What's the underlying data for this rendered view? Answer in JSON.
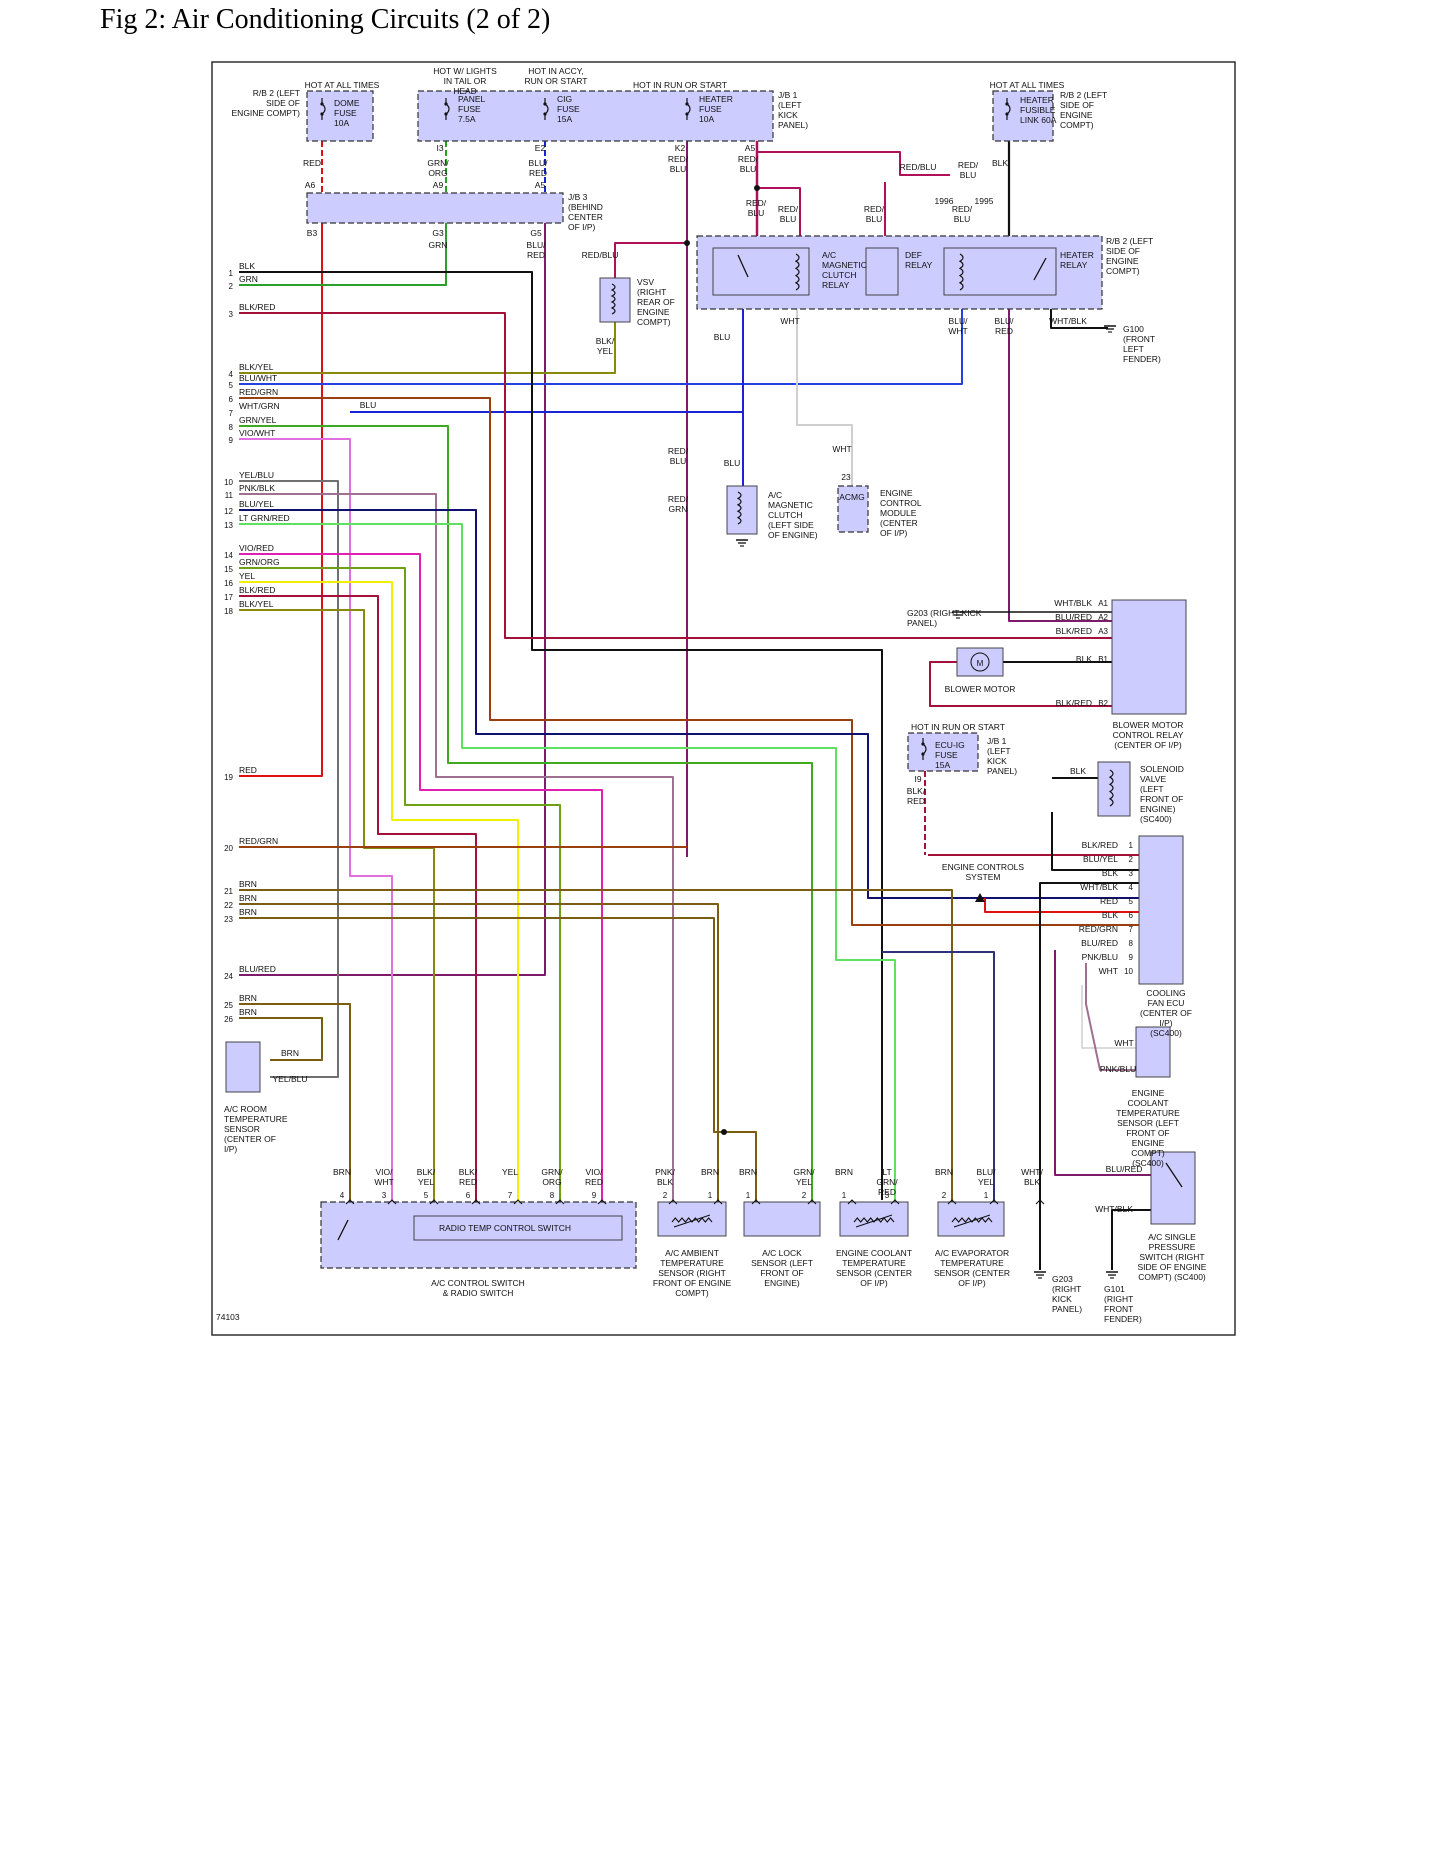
{
  "title": "Fig 2: Air Conditioning Circuits (2 of 2)",
  "figure_number": "74103",
  "colors": {
    "RED": "#e01010",
    "GRN": "#2aa02a",
    "BLU": "#1a22d6",
    "BLK": "#111111",
    "VIO": "#7a1a8a",
    "YEL": "#f0f000",
    "PNK": "#e24bd8",
    "BRN": "#7a5c12",
    "ORG": "#e08a10",
    "WHT": "#cfcfcf",
    "LTGRN": "#58e858",
    "OLIVE": "#8c8c10",
    "REDBLU": "#b0105a",
    "REDGRN": "#9a3f10",
    "BLKRED": "#a4103a",
    "BLKYEL": "#8a8a0a",
    "BLUWHT": "#2440e0",
    "BLURED": "#7e1a6a",
    "GRNYEL": "#3caa1c",
    "VIOWHT": "#e070e0",
    "YELBLU": "#707070",
    "PNKBLK": "#a07090",
    "BLUYEL": "#101070",
    "LTGRNRED": "#60e060",
    "VIORED": "#e020b0",
    "GRNORG": "#6ea014",
    "BLUBLK": "#30307a"
  },
  "icons": {
    "fuse": "fuse-icon",
    "relay-coil": "relay-coil-icon",
    "switch": "switch-icon",
    "motor": "motor-icon",
    "ground": "ground-icon",
    "thermistor": "thermistor-icon",
    "arrow": "arrow-up-icon",
    "connector": "connector-icon"
  },
  "power_labels": {
    "rb2_hot": "HOT AT ALL TIMES",
    "lights": "HOT W/ LIGHTS IN TAIL OR HEAD",
    "accy": "HOT IN ACCY, RUN OR START",
    "run": "HOT IN RUN OR START",
    "rb2_right_hot": "HOT AT ALL TIMES",
    "ecu_hot": "HOT IN RUN OR START"
  },
  "components": {
    "rb2_left": "R/B 2 (LEFT SIDE OF ENGINE COMPT)",
    "dome_fuse": "DOME FUSE 10A",
    "panel_fuse": "PANEL FUSE 7.5A",
    "cig_fuse": "CIG FUSE 15A",
    "heater_fuse": "HEATER FUSE 10A",
    "jb1": "J/B 1 (LEFT KICK PANEL)",
    "heater_link": "HEATER FUSIBLE LINK 60A",
    "rb2_right": "R/B 2 (LEFT SIDE OF ENGINE COMPT)",
    "jb3": "J/B 3 (BEHIND CENTER OF I/P)",
    "vsv": "VSV (RIGHT REAR OF ENGINE COMPT)",
    "ac_mag_relay": "A/C MAGNETIC CLUTCH RELAY",
    "def_relay": "DEF RELAY",
    "heater_relay": "HEATER RELAY",
    "rb2_relay": "R/B 2 (LEFT SIDE OF ENGINE COMPT)",
    "g100": "G100 (FRONT LEFT FENDER)",
    "ac_mag_clutch": "A/C MAGNETIC CLUTCH (LEFT SIDE OF ENGINE)",
    "ecm": "ENGINE CONTROL MODULE (CENTER OF I/P)",
    "ecm_pin": "ACMG",
    "g203_top": "G203 (RIGHT KICK PANEL)",
    "blower_motor": "BLOWER MOTOR",
    "blower_relay": "BLOWER MOTOR CONTROL RELAY (CENTER OF I/P)",
    "ecu_ig_fuse": "ECU-IG FUSE 15A",
    "jb1_b": "J/B 1 (LEFT KICK PANEL)",
    "solenoid": "SOLENOID VALVE (LEFT FRONT OF ENGINE) (SC400)",
    "ecs": "ENGINE CONTROLS SYSTEM",
    "cooling_ecu": "COOLING FAN ECU (CENTER OF I/P) (SC400)",
    "ect_sensor_right": "ENGINE COOLANT TEMPERATURE SENSOR (LEFT FRONT OF ENGINE COMPT) (SC400)",
    "pressure_switch": "A/C SINGLE PRESSURE SWITCH (RIGHT SIDE OF ENGINE COMPT) (SC400)",
    "g203_bottom": "G203 (RIGHT KICK PANEL)",
    "g101": "G101 (RIGHT FRONT FENDER)",
    "room_sensor": "A/C ROOM TEMPERATURE SENSOR (CENTER OF I/P)",
    "control_switch": "A/C CONTROL SWITCH & RADIO SWITCH",
    "radio_switch": "RADIO TEMP CONTROL SWITCH",
    "ambient": "A/C AMBIENT TEMPERATURE SENSOR (RIGHT FRONT OF ENGINE COMPT)",
    "lock_sensor": "A/C LOCK SENSOR (LEFT FRONT OF ENGINE)",
    "ect_sensor_bottom": "ENGINE COOLANT TEMPERATURE SENSOR (CENTER OF I/P)",
    "evap_sensor": "A/C EVAPORATOR TEMPERATURE SENSOR (CENTER OF I/P)"
  },
  "left_pins": [
    {
      "pin": "1",
      "label": "BLK"
    },
    {
      "pin": "2",
      "label": "GRN"
    },
    {
      "pin": "3",
      "label": "BLK/RED"
    },
    {
      "pin": "4",
      "label": "BLK/YEL"
    },
    {
      "pin": "5",
      "label": "BLU/WHT"
    },
    {
      "pin": "6",
      "label": "RED/GRN"
    },
    {
      "pin": "7",
      "label": "WHT/GRN"
    },
    {
      "pin": "8",
      "label": "GRN/YEL"
    },
    {
      "pin": "9",
      "label": "VIO/WHT"
    },
    {
      "pin": "10",
      "label": "YEL/BLU"
    },
    {
      "pin": "11",
      "label": "PNK/BLK"
    },
    {
      "pin": "12",
      "label": "BLU/YEL"
    },
    {
      "pin": "13",
      "label": "LT GRN/RED"
    },
    {
      "pin": "14",
      "label": "VIO/RED"
    },
    {
      "pin": "15",
      "label": "GRN/ORG"
    },
    {
      "pin": "16",
      "label": "YEL"
    },
    {
      "pin": "17",
      "label": "BLK/RED"
    },
    {
      "pin": "18",
      "label": "BLK/YEL"
    },
    {
      "pin": "19",
      "label": "RED"
    },
    {
      "pin": "20",
      "label": "RED/GRN"
    },
    {
      "pin": "21",
      "label": "BRN"
    },
    {
      "pin": "22",
      "label": "BRN"
    },
    {
      "pin": "23",
      "label": "BRN"
    },
    {
      "pin": "24",
      "label": "BLU/RED"
    },
    {
      "pin": "25",
      "label": "BRN"
    },
    {
      "pin": "26",
      "label": "BRN"
    }
  ],
  "bottom_wires": [
    {
      "pin": "4",
      "label": "BRN"
    },
    {
      "pin": "3",
      "label": "VIO/ WHT"
    },
    {
      "pin": "5",
      "label": "BLK/ YEL"
    },
    {
      "pin": "6",
      "label": "BLK/ RED"
    },
    {
      "pin": "7",
      "label": "YEL"
    },
    {
      "pin": "8",
      "label": "GRN/ ORG"
    },
    {
      "pin": "9",
      "label": "VIO/ RED"
    },
    {
      "pin": "2",
      "label": "PNK/ BLK"
    },
    {
      "pin": "1",
      "label": "BRN"
    },
    {
      "pin": "1",
      "label": "BRN"
    },
    {
      "pin": "2",
      "label": "GRN/ YEL"
    },
    {
      "pin": "1",
      "label": "BRN"
    },
    {
      "pin": "3",
      "label": "LT GRN/ RED"
    },
    {
      "pin": "2",
      "label": "BRN"
    },
    {
      "pin": "1",
      "label": "BLU/ YEL"
    },
    {
      "pin": "",
      "label": "WHT/ BLK"
    }
  ],
  "blower_relay_pins": [
    {
      "pin": "A1",
      "label": "WHT/BLK"
    },
    {
      "pin": "A2",
      "label": "BLU/RED"
    },
    {
      "pin": "A3",
      "label": "BLK/RED"
    },
    {
      "pin": "B1",
      "label": "BLK"
    },
    {
      "pin": "B2",
      "label": "BLK/RED"
    }
  ],
  "cooling_pins": [
    {
      "pin": "1",
      "label": "BLK/RED"
    },
    {
      "pin": "2",
      "label": "BLU/YEL"
    },
    {
      "pin": "3",
      "label": "BLK"
    },
    {
      "pin": "4",
      "label": "WHT/BLK"
    },
    {
      "pin": "5",
      "label": "RED"
    },
    {
      "pin": "6",
      "label": "BLK"
    },
    {
      "pin": "7",
      "label": "RED/GRN"
    },
    {
      "pin": "8",
      "label": "BLU/RED"
    },
    {
      "pin": "9",
      "label": "PNK/BLU"
    },
    {
      "pin": "10",
      "label": "WHT"
    }
  ],
  "wire_labels": {
    "dome_red": "RED",
    "panel_grnorg": "GRN/ ORG",
    "cig_blured": "BLU/ RED",
    "k2": "RED/ BLU",
    "a5": "RED/ BLU",
    "i3": "I3",
    "e2": "E2",
    "k2pin": "K2",
    "a5pin": "A5",
    "a6": "A6",
    "a9": "A9",
    "a5b": "A5",
    "b3": "B3",
    "g3": "G3",
    "g5": "G5",
    "g3w": "GRN",
    "g5w": "BLU/ RED",
    "redblu_top": "RED/BLU",
    "redblu2": "RED/ BLU",
    "blk_top": "BLK",
    "y1996": "1996",
    "y1995": "1995",
    "redblu_mid": "RED/ BLU",
    "redblu_a": "RED/ BLU",
    "redblu_b": "RED/ BLU",
    "redblu_c": "RED/ BLU",
    "redblu_vsv": "RED/BLU",
    "blkyel_vsv": "BLK/ YEL",
    "blu_a": "BLU",
    "wht_a": "WHT",
    "bluwht": "BLU/ WHT",
    "blured": "BLU/ RED",
    "whtblk": "WHT/BLK",
    "blu_wg": "BLU",
    "redblu_low": "RED/ BLU",
    "redgrn_low": "RED/ GRN",
    "blu_low": "BLU",
    "wht_low": "WHT",
    "p23": "23",
    "ecu_blkred": "BLK/ RED",
    "i9": "I9",
    "blk_sol": "BLK",
    "whtwire": "WHT",
    "pnkblu": "PNK/BLU",
    "blured_ps": "BLU/RED",
    "whtblk_ps": "WHT/BLK",
    "room_brn": "BRN",
    "room_yelblu": "YEL/BLU"
  }
}
